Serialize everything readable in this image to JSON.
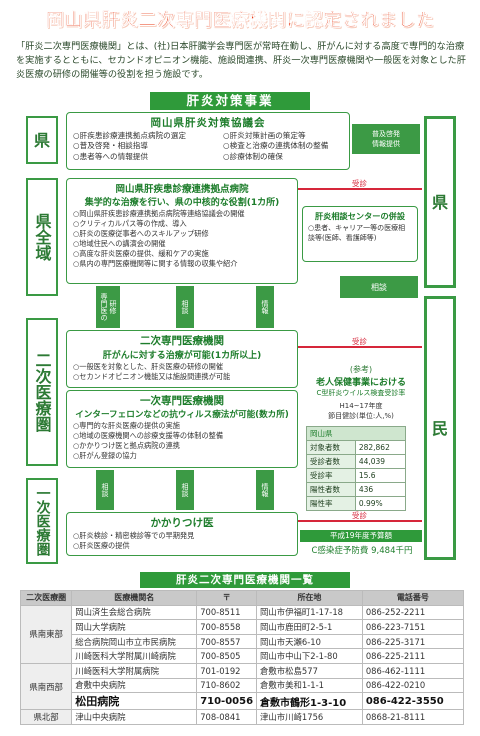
{
  "title": "岡山県肝炎二次専門医療機関に認定されました",
  "intro": "「肝炎二次専門医療機関」とは、(社)日本肝臓学会専門医が常時在勤し、肝がんに対する高度で専門的な治療を実施するとともに、セカンドオピニオン機能、施設間連携、肝炎一次専門医療機関や一般医を対象とした肝炎医療の研修の開催等の役割を担う施設です。",
  "section_heading": "肝炎対策事業",
  "levels": {
    "pref": "県",
    "pref_wide": "県全域",
    "secondary": "二次医療圏",
    "primary": "一次医療圏"
  },
  "council": {
    "title": "岡山県肝炎対策協議会",
    "items": [
      "○肝疾患診療連携拠点病院の選定",
      "○肝炎対策計画の策定等",
      "○普及啓発・相談指導",
      "○検査と治療の連携体制の整備",
      "○患者等への情報提供",
      "○診療体制の確保"
    ]
  },
  "prefecture_right": "県",
  "private_right": "民",
  "arrows": {
    "awareness": "普及啓発\n情報提供",
    "subsidy": "受診",
    "consult": "相談",
    "info": "情報",
    "training": "研修\n専門医の",
    "consult2": "相談"
  },
  "hub": {
    "title": "岡山県肝疾患診療連携拠点病院",
    "subtitle": "集学的な治療を行い、県の中核的な役割(1カ所)",
    "items": [
      "○岡山県肝疾患診療連携拠点病院等連絡協議会の開催",
      "○クリティカルパス等の作成、導入",
      "○肝炎の医療従事者へのスキルアップ研修",
      "○地域住民への講演会の開催",
      "○高度な肝炎医療の提供、緩和ケアの実施",
      "○県内の専門医療機関等に関する情報の収集や紹介"
    ]
  },
  "center": {
    "title": "肝炎相談センターの併設",
    "body": "○患者、キャリア一等の医療相談等(医師、看護師等)"
  },
  "secondary": {
    "title": "二次専門医療機関",
    "subtitle": "肝がんに対する治療が可能(1カ所以上)",
    "items": [
      "○一般医を対象とした、肝炎医療の研修の開催",
      "○セカンドオピニオン機能又は施設間連携が可能"
    ]
  },
  "primary_spec": {
    "title": "一次専門医療機関",
    "subtitle": "インターフェロンなどの抗ウィルス療法が可能(数カ所)",
    "items": [
      "○専門的な肝炎医療の提供の実施",
      "○地域の医療機関への診療支援等の体制の整備",
      "○かかりつけ医と拠点病院の連携",
      "○肝がん登録の協力"
    ]
  },
  "gp": {
    "title": "かかりつけ医",
    "items": [
      "○肝炎検診・精密検診等での早期発見",
      "○肝炎医療の提供"
    ]
  },
  "stats": {
    "title": "老人保健事業における",
    "subtitle": "C型肝炎ウイルス検査受診率",
    "period": "H14~17年度",
    "unit": "節目健診(単位:人,%)",
    "region": "岡山県",
    "rows": [
      [
        "対象者数",
        "282,862"
      ],
      [
        "受診者数",
        "44,039"
      ],
      [
        "受診率",
        "15.6"
      ],
      [
        "陽性者数",
        "436"
      ],
      [
        "陽性率",
        "0.99%"
      ]
    ],
    "note_label": "(参考)"
  },
  "budget": {
    "label": "平成19年度予算額",
    "line": "C感染症予防費 9,484千円"
  },
  "list": {
    "heading": "肝炎二次専門医療機関一覧",
    "headers": [
      "二次医療圏",
      "医療機関名",
      "〒",
      "所在地",
      "電話番号"
    ],
    "rows": [
      [
        "県南東部",
        "岡山済生会総合病院",
        "700-8511",
        "岡山市伊福町1-17-18",
        "086-252-2211"
      ],
      [
        "",
        "岡山大学病院",
        "700-8558",
        "岡山市鹿田町2-5-1",
        "086-223-7151"
      ],
      [
        "",
        "総合病院岡山市立市民病院",
        "700-8557",
        "岡山市天瀬6-10",
        "086-225-3171"
      ],
      [
        "",
        "川崎医科大学附属川崎病院",
        "700-8505",
        "岡山市中山下2-1-80",
        "086-225-2111"
      ],
      [
        "県南西部",
        "川崎医科大学附属病院",
        "701-0192",
        "倉敷市松島577",
        "086-462-1111"
      ],
      [
        "",
        "倉敷中央病院",
        "710-8602",
        "倉敷市美和1-1-1",
        "086-422-0210"
      ],
      [
        "",
        "松田病院",
        "710-0056",
        "倉敷市鶴形1-3-10",
        "086-422-3550"
      ],
      [
        "県北部",
        "津山中央病院",
        "708-0841",
        "津山市川崎1756",
        "0868-21-8111"
      ]
    ]
  }
}
